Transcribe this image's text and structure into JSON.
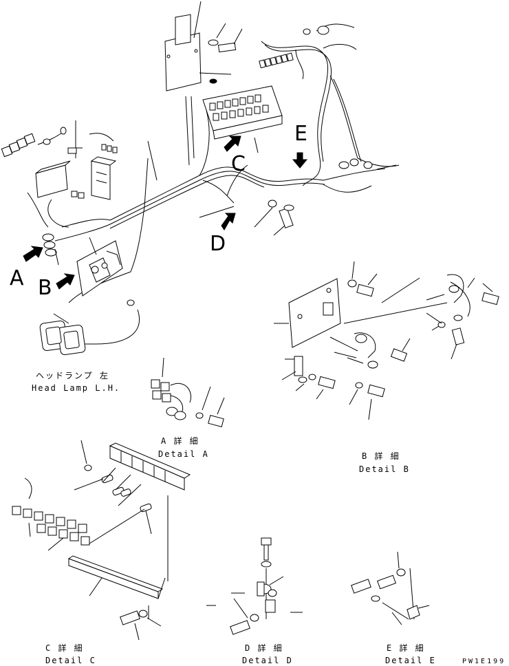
{
  "callouts": {
    "a": "A",
    "b": "B",
    "c": "C",
    "d": "D",
    "e": "E"
  },
  "labels": {
    "headlamp_jp": "ヘッドランプ 左",
    "headlamp_en": "Head Lamp L.H.",
    "detail_a_jp": "A 詳 細",
    "detail_a_en": "Detail A",
    "detail_b_jp": "B 詳 細",
    "detail_b_en": "Detail B",
    "detail_c_jp": "C 詳 細",
    "detail_c_en": "Detail C",
    "detail_d_jp": "D 詳 細",
    "detail_d_en": "Detail D",
    "detail_e_jp": "E 詳 細",
    "detail_e_en": "Detail E"
  },
  "drawing_code": "PW1E199"
}
